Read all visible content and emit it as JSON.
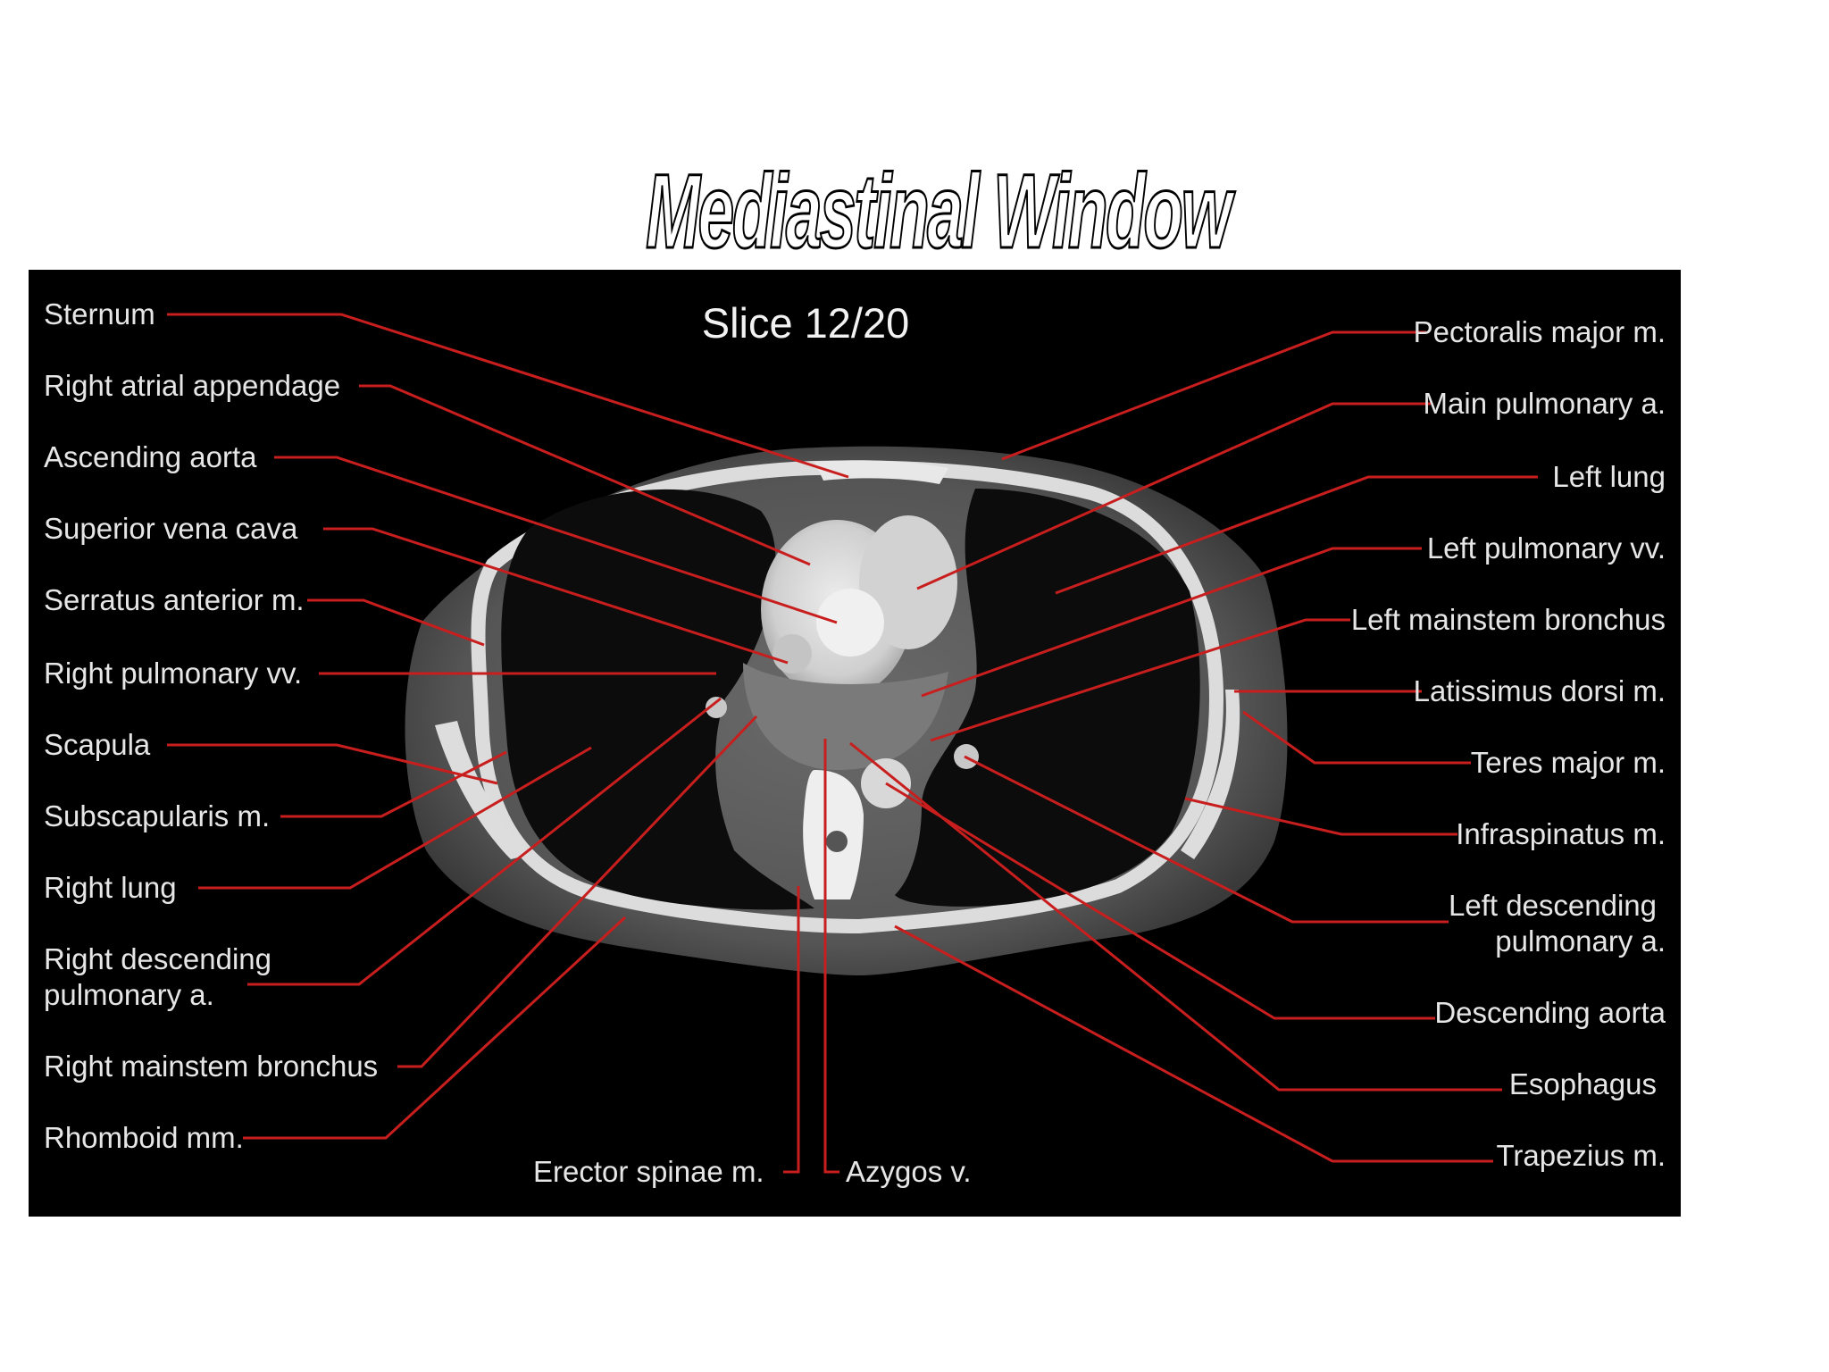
{
  "title": "Mediastinal Window",
  "slice": "Slice 12/20",
  "colors": {
    "leader": "#c81e1e",
    "label": "#e6e6e6",
    "background": "#000000"
  },
  "labels": {
    "left": [
      "Sternum",
      "Right atrial appendage",
      "Ascending aorta",
      "Superior vena cava",
      "Serratus anterior m.",
      "Right pulmonary vv.",
      "Scapula",
      "Subscapularis m.",
      "Right lung",
      "Right descending",
      "pulmonary a.",
      "Right mainstem bronchus",
      "Rhomboid mm."
    ],
    "right": [
      "Pectoralis major m.",
      "Main pulmonary a.",
      "Left lung",
      "Left pulmonary vv.",
      "Left mainstem bronchus",
      "Latissimus dorsi m.",
      "Teres major m.",
      "Infraspinatus m.",
      "Left descending",
      "pulmonary a.",
      "Descending aorta",
      "Esophagus",
      "Trapezius m."
    ],
    "bottom": [
      "Erector spinae m.",
      "Azygos v."
    ]
  }
}
